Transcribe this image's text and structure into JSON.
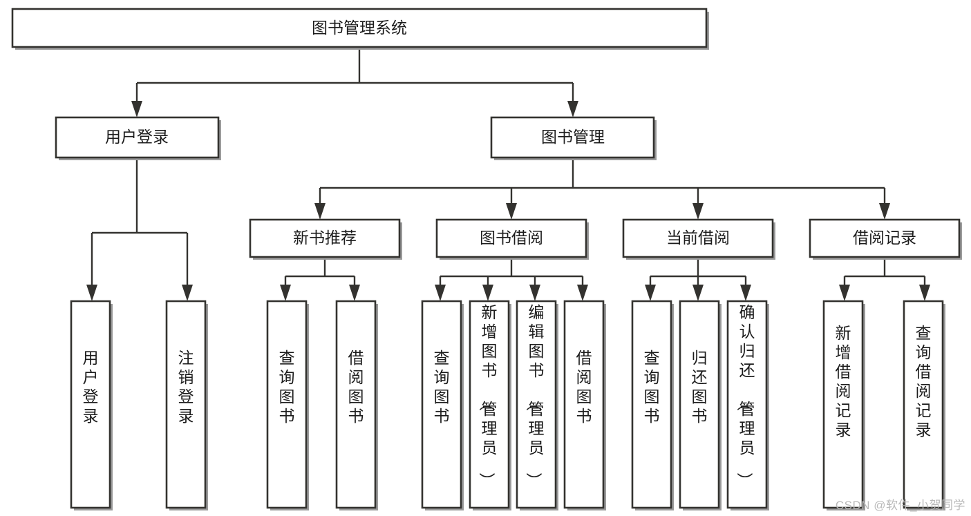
{
  "diagram": {
    "title": "图书管理系统",
    "type": "hierarchy-tree",
    "orientation": "top-down",
    "root": {
      "label": "图书管理系统",
      "text_orientation": "horizontal"
    },
    "level1": [
      {
        "label": "用户登录",
        "text_orientation": "horizontal"
      },
      {
        "label": "图书管理",
        "text_orientation": "horizontal"
      }
    ],
    "level2": [
      {
        "label": "新书推荐",
        "text_orientation": "horizontal"
      },
      {
        "label": "图书借阅",
        "text_orientation": "horizontal"
      },
      {
        "label": "当前借阅",
        "text_orientation": "horizontal"
      },
      {
        "label": "借阅记录",
        "text_orientation": "horizontal"
      }
    ],
    "leaves": {
      "user_login": [
        {
          "label": "用户登录",
          "text_orientation": "vertical"
        },
        {
          "label": "注销登录",
          "text_orientation": "vertical"
        }
      ],
      "new_book_recommend": [
        {
          "label": "查询图书",
          "text_orientation": "vertical"
        },
        {
          "label": "借阅图书",
          "text_orientation": "vertical"
        }
      ],
      "book_borrow": [
        {
          "label": "查询图书",
          "text_orientation": "vertical"
        },
        {
          "label": "新增图书（管理员）",
          "text_orientation": "vertical"
        },
        {
          "label": "编辑图书（管理员）",
          "text_orientation": "vertical"
        },
        {
          "label": "借阅图书",
          "text_orientation": "vertical"
        }
      ],
      "current_borrow": [
        {
          "label": "查询图书",
          "text_orientation": "vertical"
        },
        {
          "label": "归还图书",
          "text_orientation": "vertical"
        },
        {
          "label": "确认归还（管理员）",
          "text_orientation": "vertical"
        }
      ],
      "borrow_record": [
        {
          "label": "新增借阅记录",
          "text_orientation": "vertical"
        },
        {
          "label": "查询借阅记录",
          "text_orientation": "vertical"
        }
      ]
    },
    "colors": {
      "box_fill": "#ffffff",
      "box_stroke": "#33322f",
      "text": "#1c1c1c",
      "connector": "#33322f",
      "shadow": "#9a9a9a",
      "background": "#ffffff",
      "watermark": "#b9b9b9"
    }
  },
  "watermark": {
    "text": "CSDN @软件_小贺同学"
  }
}
